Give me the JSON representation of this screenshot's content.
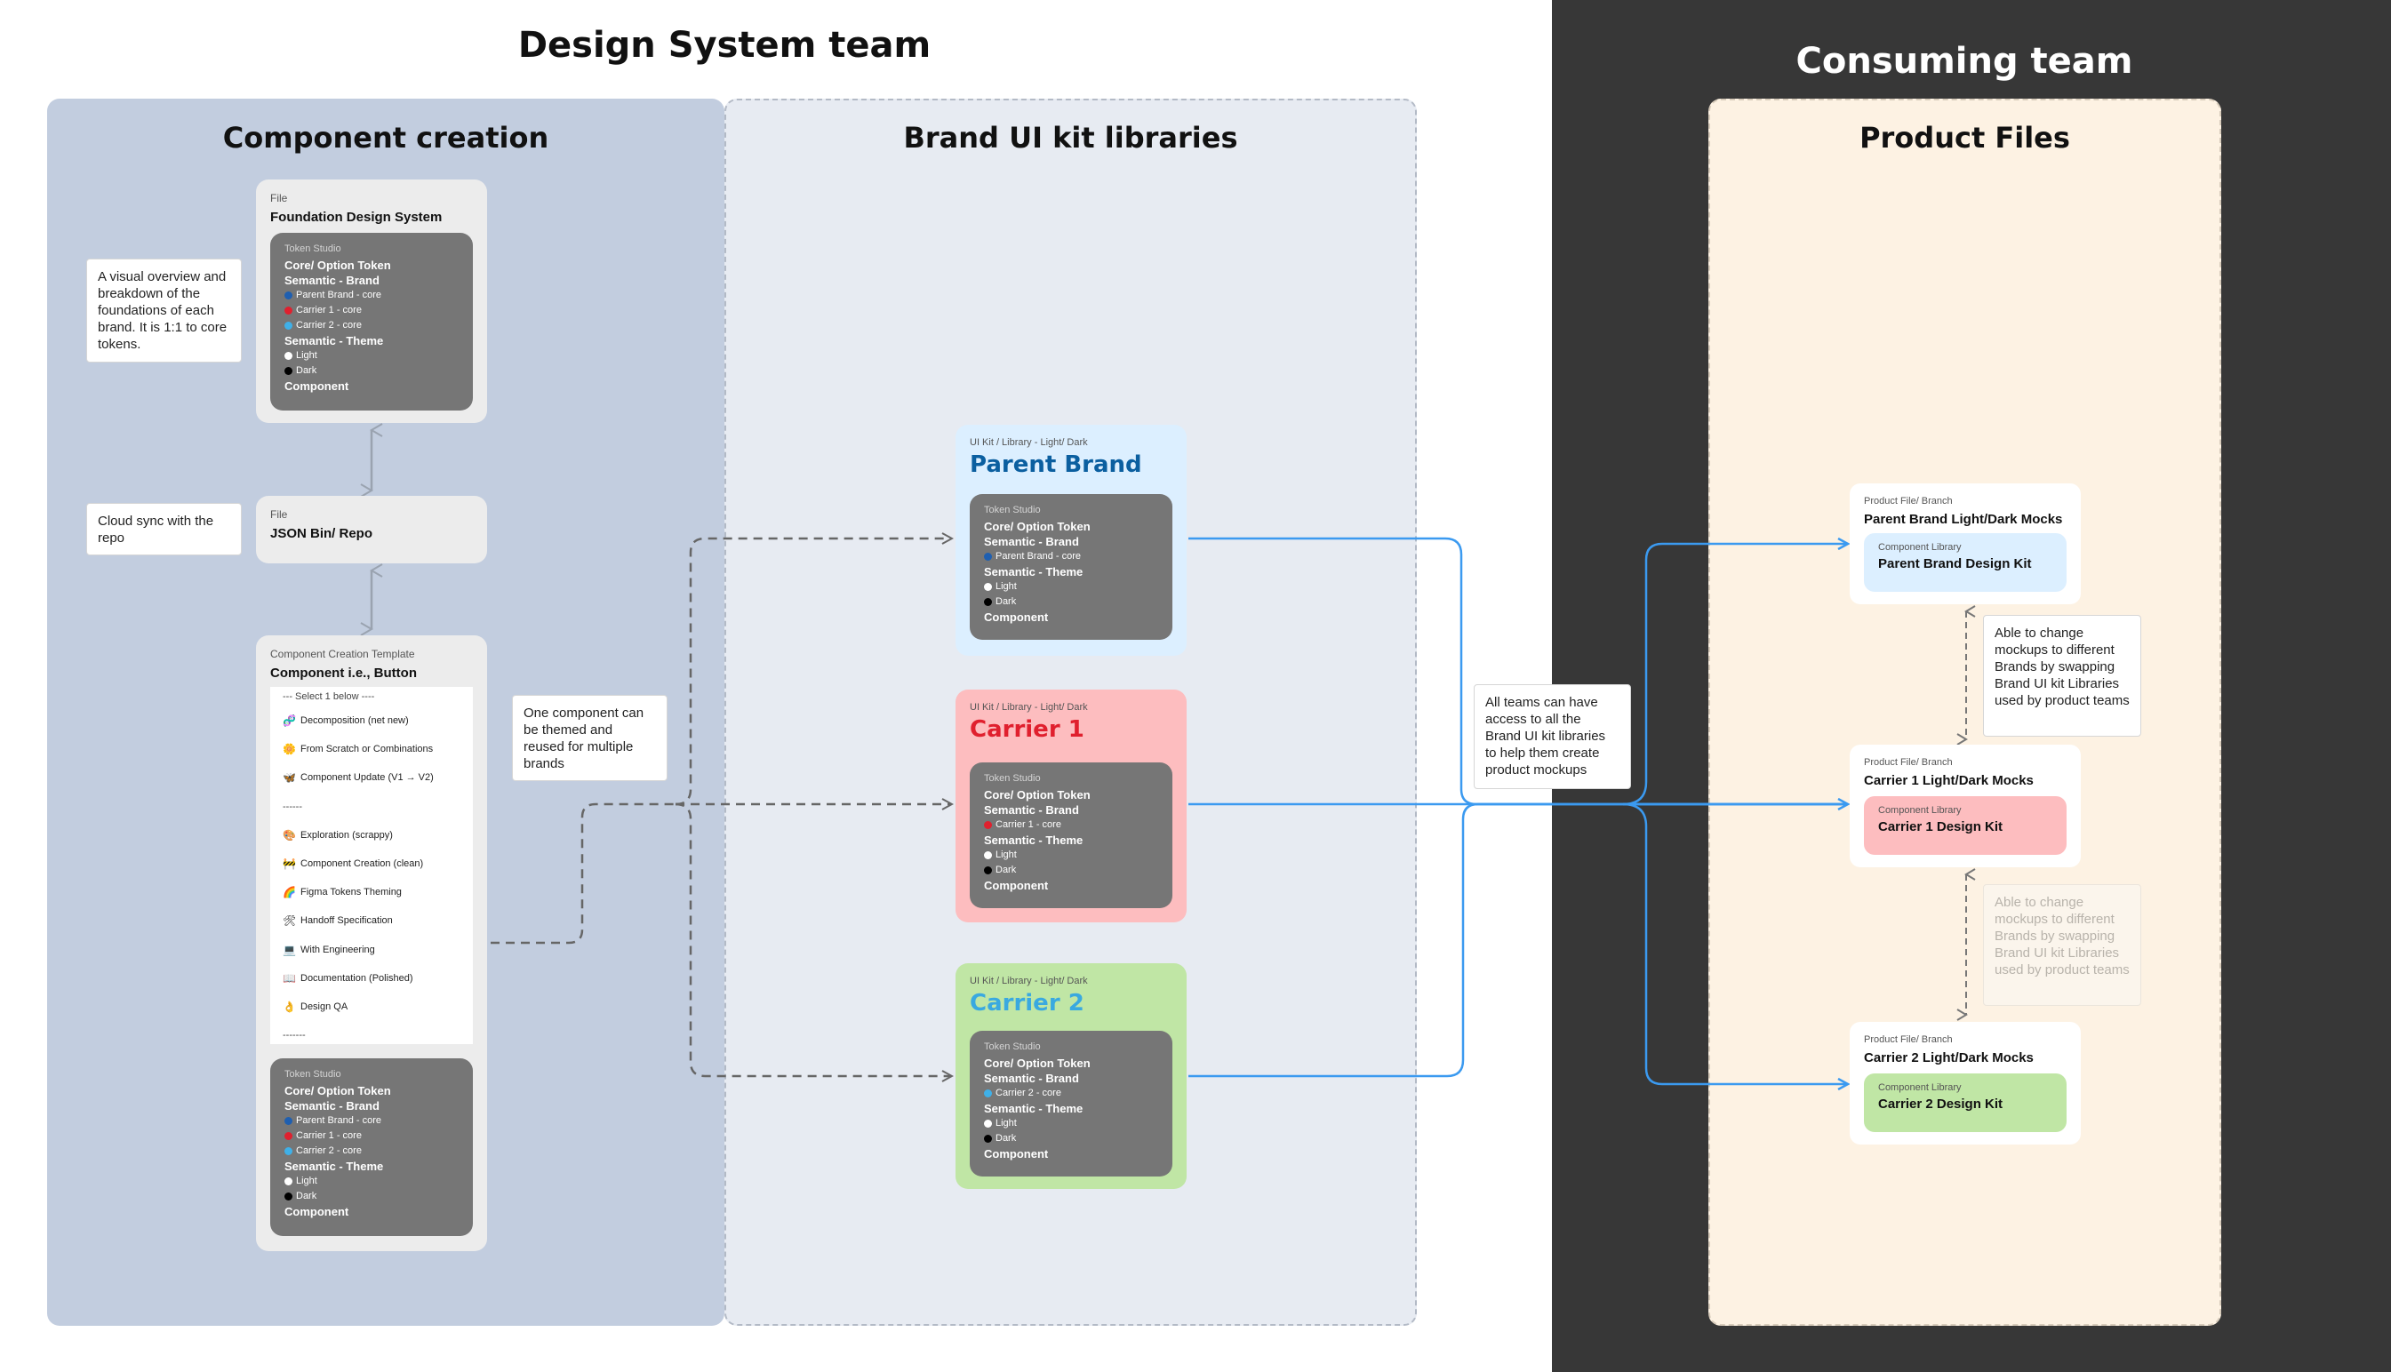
{
  "headings": {
    "design_system_team": "Design System team",
    "consuming_team": "Consuming team"
  },
  "sections": {
    "component_creation": "Component creation",
    "brand_ui_kit": "Brand UI kit libraries",
    "product_files": "Product Files"
  },
  "foundation": {
    "label": "File",
    "title": "Foundation Design System",
    "token": {
      "head": "Token Studio",
      "core": "Core/ Option Token",
      "semantic_brand": "Semantic - Brand",
      "brands": [
        "Parent Brand - core",
        "Carrier 1 - core",
        "Carrier 2 - core"
      ],
      "semantic_theme": "Semantic - Theme",
      "themes": [
        "Light",
        "Dark"
      ],
      "component": "Component"
    }
  },
  "json_bin": {
    "label": "File",
    "title": "JSON Bin/ Repo"
  },
  "template": {
    "label": "Component Creation Template",
    "title": "Component i.e., Button",
    "select_line": "--- Select 1 below ----",
    "items_a": [
      {
        "icon": "🧬",
        "text": "Decomposition (net new)"
      },
      {
        "icon": "🌼",
        "text": "From Scratch or Combinations"
      },
      {
        "icon": "🦋",
        "text": "Component Update (V1 → V2)"
      }
    ],
    "sep_a": "------",
    "items_b": [
      {
        "icon": "🎨",
        "text": "Exploration (scrappy)"
      },
      {
        "icon": "🚧",
        "text": "Component Creation (clean)"
      },
      {
        "icon": "🌈",
        "text": "Figma Tokens Theming"
      },
      {
        "icon": "🛠",
        "text": "Handoff Specification"
      },
      {
        "icon": "💻",
        "text": "With Engineering"
      },
      {
        "icon": "📖",
        "text": "Documentation (Polished)"
      },
      {
        "icon": "👌",
        "text": "Design QA"
      }
    ],
    "sep_b": "-------",
    "token": {
      "head": "Token Studio",
      "core": "Core/ Option Token",
      "semantic_brand": "Semantic - Brand",
      "brands": [
        "Parent Brand - core",
        "Carrier 1 - core",
        "Carrier 2 - core"
      ],
      "semantic_theme": "Semantic - Theme",
      "themes": [
        "Light",
        "Dark"
      ],
      "component": "Component"
    }
  },
  "notes": {
    "visual_overview": "A visual overview and breakdown of the foundations of each brand. It is 1:1 to core tokens.",
    "cloud_sync": "Cloud sync with the repo",
    "one_component": "One component can be themed and reused for multiple brands",
    "all_teams": "All teams can have access to all the Brand UI kit libraries to help them create product mockups",
    "able_to_change_1": "Able to change mockups to different Brands by swapping Brand UI kit Libraries used by product teams",
    "able_to_change_2": "Able to change mockups to different Brands by swapping Brand UI kit Libraries used by product teams"
  },
  "brands": [
    {
      "path": "UI Kit / Library - Light/ Dark",
      "title": "Parent  Brand",
      "title_color": "#0b5fa0",
      "bg": "#dcefff",
      "token": {
        "head": "Token Studio",
        "core": "Core/ Option Token",
        "semantic_brand": "Semantic - Brand",
        "brand": "Parent Brand - core",
        "brand_dot": "#1f5fb0",
        "semantic_theme": "Semantic - Theme",
        "themes": [
          "Light",
          "Dark"
        ],
        "component": "Component"
      }
    },
    {
      "path": "UI Kit / Library - Light/ Dark",
      "title": "Carrier 1",
      "title_color": "#e0202e",
      "bg": "#fdbdbf",
      "token": {
        "head": "Token Studio",
        "core": "Core/ Option Token",
        "semantic_brand": "Semantic - Brand",
        "brand": "Carrier 1 - core",
        "brand_dot": "#e0202e",
        "semantic_theme": "Semantic - Theme",
        "themes": [
          "Light",
          "Dark"
        ],
        "component": "Component"
      }
    },
    {
      "path": "UI Kit / Library -  Light/ Dark",
      "title": "Carrier 2",
      "title_color": "#3aa9e0",
      "bg": "#c0e6a5",
      "token": {
        "head": "Token Studio",
        "core": "Core/ Option Token",
        "semantic_brand": "Semantic - Brand",
        "brand": "Carrier 2 - core",
        "brand_dot": "#3fb0e8",
        "semantic_theme": "Semantic - Theme",
        "themes": [
          "Light",
          "Dark"
        ],
        "component": "Component"
      }
    }
  ],
  "product_files": [
    {
      "path": "Product File/ Branch",
      "title": "Parent Brand Light/Dark Mocks",
      "lib_label": "Component Library",
      "lib_title": "Parent Brand Design Kit",
      "lib_bg": "#dcefff"
    },
    {
      "path": "Product File/ Branch",
      "title": "Carrier 1 Light/Dark Mocks",
      "lib_label": "Component Library",
      "lib_title": "Carrier 1 Design Kit",
      "lib_bg": "#fdbdbf"
    },
    {
      "path": "Product File/ Branch",
      "title": "Carrier 2 Light/Dark Mocks",
      "lib_label": "Component Library",
      "lib_title": "Carrier 2 Design Kit",
      "lib_bg": "#c0e6a5"
    }
  ],
  "colors": {
    "dot_parent": "#1f5fb0",
    "dot_carrier1": "#e0202e",
    "dot_carrier2": "#3fb0e8",
    "connector_blue": "#3b9af0",
    "connector_gray": "#666666"
  }
}
